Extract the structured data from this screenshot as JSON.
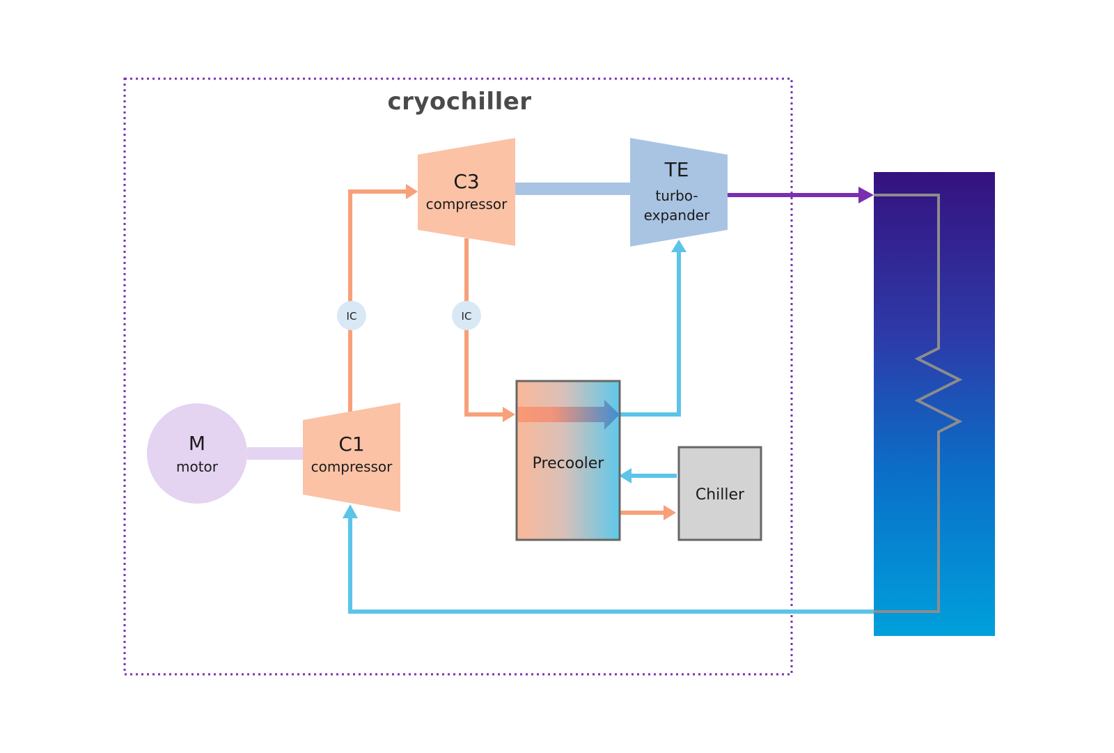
{
  "title": "cryochiller",
  "colors": {
    "boundary": "#7a2fb0",
    "warm_line": "#f7a07a",
    "cold_line": "#5bc4e8",
    "compressor_fill": "#fbc2a6",
    "expander_fill": "#a9c4e2",
    "motor_fill": "#e4d3f1",
    "ic_fill": "#d8e8f5",
    "chiller_fill": "#d3d3d3",
    "box_stroke": "#666666",
    "outlet_line": "#7a2fb0",
    "load_top": "#35127f",
    "load_mid": "#1f5fc4",
    "load_bottom": "#00a0db",
    "resistor": "#8c8c8c"
  },
  "components": {
    "motor": {
      "symbol": "M",
      "name": "motor"
    },
    "c1": {
      "symbol": "C1",
      "name": "compressor"
    },
    "c3": {
      "symbol": "C3",
      "name": "compressor"
    },
    "te": {
      "symbol": "TE",
      "name_line1": "turbo-",
      "name_line2": "expander"
    },
    "ic1": {
      "label": "IC"
    },
    "ic2": {
      "label": "IC"
    },
    "precooler": {
      "label": "Precooler"
    },
    "chiller": {
      "label": "Chiller"
    }
  }
}
